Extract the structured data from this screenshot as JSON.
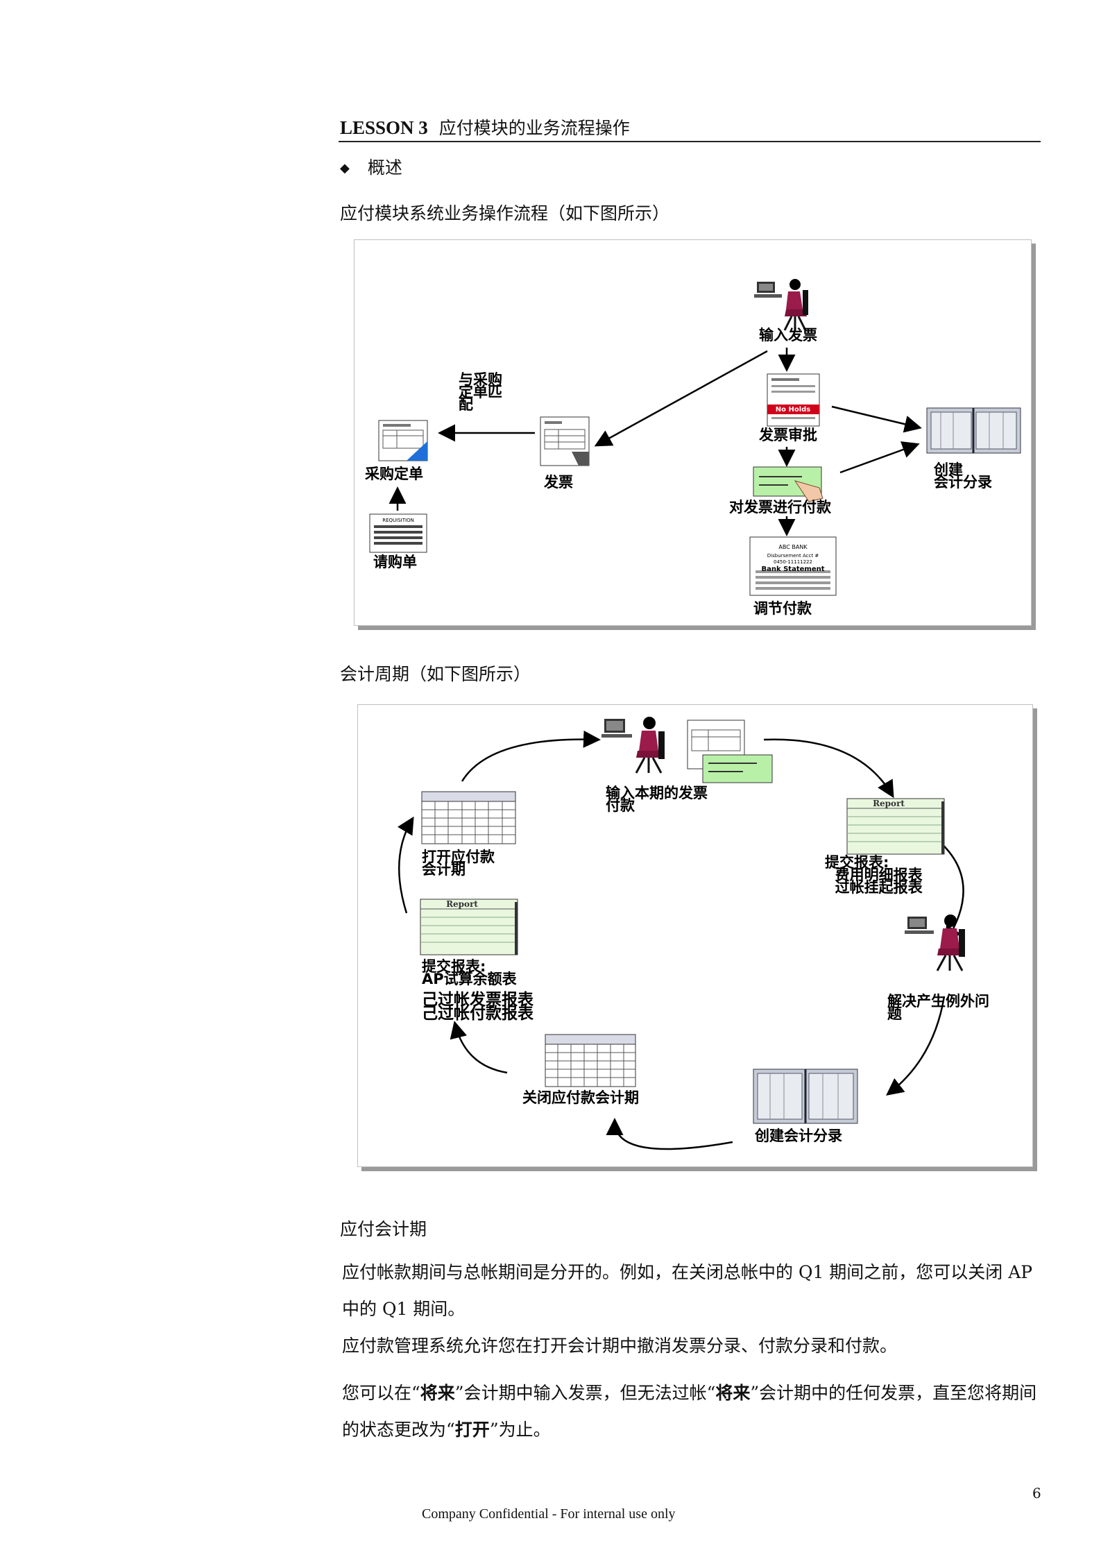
{
  "heading": {
    "lesson": "LESSON 3",
    "title": "应付模块的业务流程操作"
  },
  "bullet": {
    "symbol": "◆",
    "text": "概述"
  },
  "section1": {
    "title": "应付模块系统业务操作流程（如下图所示）"
  },
  "diagram1": {
    "labels": {
      "enter_invoice": "输入发票",
      "match_po": "与采购\n定单匹\n配",
      "purchase_order": "采购定单",
      "invoice": "发票",
      "invoice_approval": "发票审批",
      "create_accounting": "创建\n会计分录",
      "pay_invoice": "对发票进行付款",
      "requisition": "请购单",
      "reconcile_payment": "调节付款"
    },
    "doc_text": {
      "no_holds": "No Holds",
      "requisition_header": "REQUISITION",
      "bank_name": "ABC BANK",
      "bank_line2": "Disbursement Acct #",
      "bank_line3": "0450-11111222",
      "bank_statement": "Bank Statement"
    }
  },
  "section2": {
    "title": "会计周期（如下图所示）"
  },
  "diagram2": {
    "labels": {
      "enter_period": "输入本期的发票\n付款",
      "submit_reports_1": "提交报表:\n  费用明细报表\n  过帐挂起报表",
      "resolve_exceptions": "解决产生例外问\n题",
      "create_accounting": "创建会计分录",
      "close_period": "关闭应付款会计期",
      "submit_reports_2": "提交报表:\nAP试算余额表",
      "posted_reports": "己过帐发票报表\n己过帐付款报表",
      "open_period": "打开应付款\n会计期"
    },
    "doc_text": {
      "report": "Report"
    }
  },
  "section3": {
    "title": "应付会计期",
    "p1": "应付帐款期间与总帐期间是分开的。例如，在关闭总帐中的 Q1 期间之前，您可以关闭 AP 中的 Q1 期间。",
    "p2": "应付款管理系统允许您在打开会计期中撤消发票分录、付款分录和付款。",
    "p3": {
      "part1": "您可以在“",
      "bold1": "将来",
      "part2": "”会计期中输入发票，但无法过帐“",
      "bold2": "将来",
      "part3": "”会计期中的任何发票，直至您将期间的状态更改为“",
      "bold3": "打开",
      "part4": "”为止。"
    }
  },
  "page_number": "6",
  "footer": "Company Confidential - For internal use only"
}
